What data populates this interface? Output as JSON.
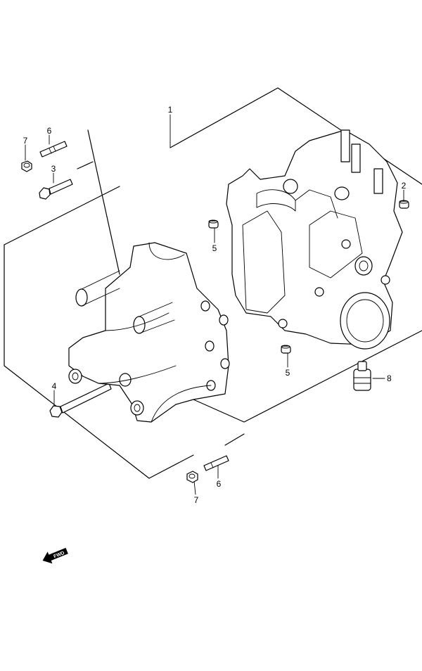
{
  "callouts": [
    {
      "id": "c1",
      "label": "1"
    },
    {
      "id": "c2",
      "label": "2"
    },
    {
      "id": "c3",
      "label": "3"
    },
    {
      "id": "c4",
      "label": "4"
    },
    {
      "id": "c5a",
      "label": "5"
    },
    {
      "id": "c5b",
      "label": "5"
    },
    {
      "id": "c6a",
      "label": "6"
    },
    {
      "id": "c6b",
      "label": "6"
    },
    {
      "id": "c7a",
      "label": "7"
    },
    {
      "id": "c7b",
      "label": "7"
    },
    {
      "id": "c8",
      "label": "8"
    }
  ],
  "direction_arrow": {
    "label": "FWD"
  }
}
